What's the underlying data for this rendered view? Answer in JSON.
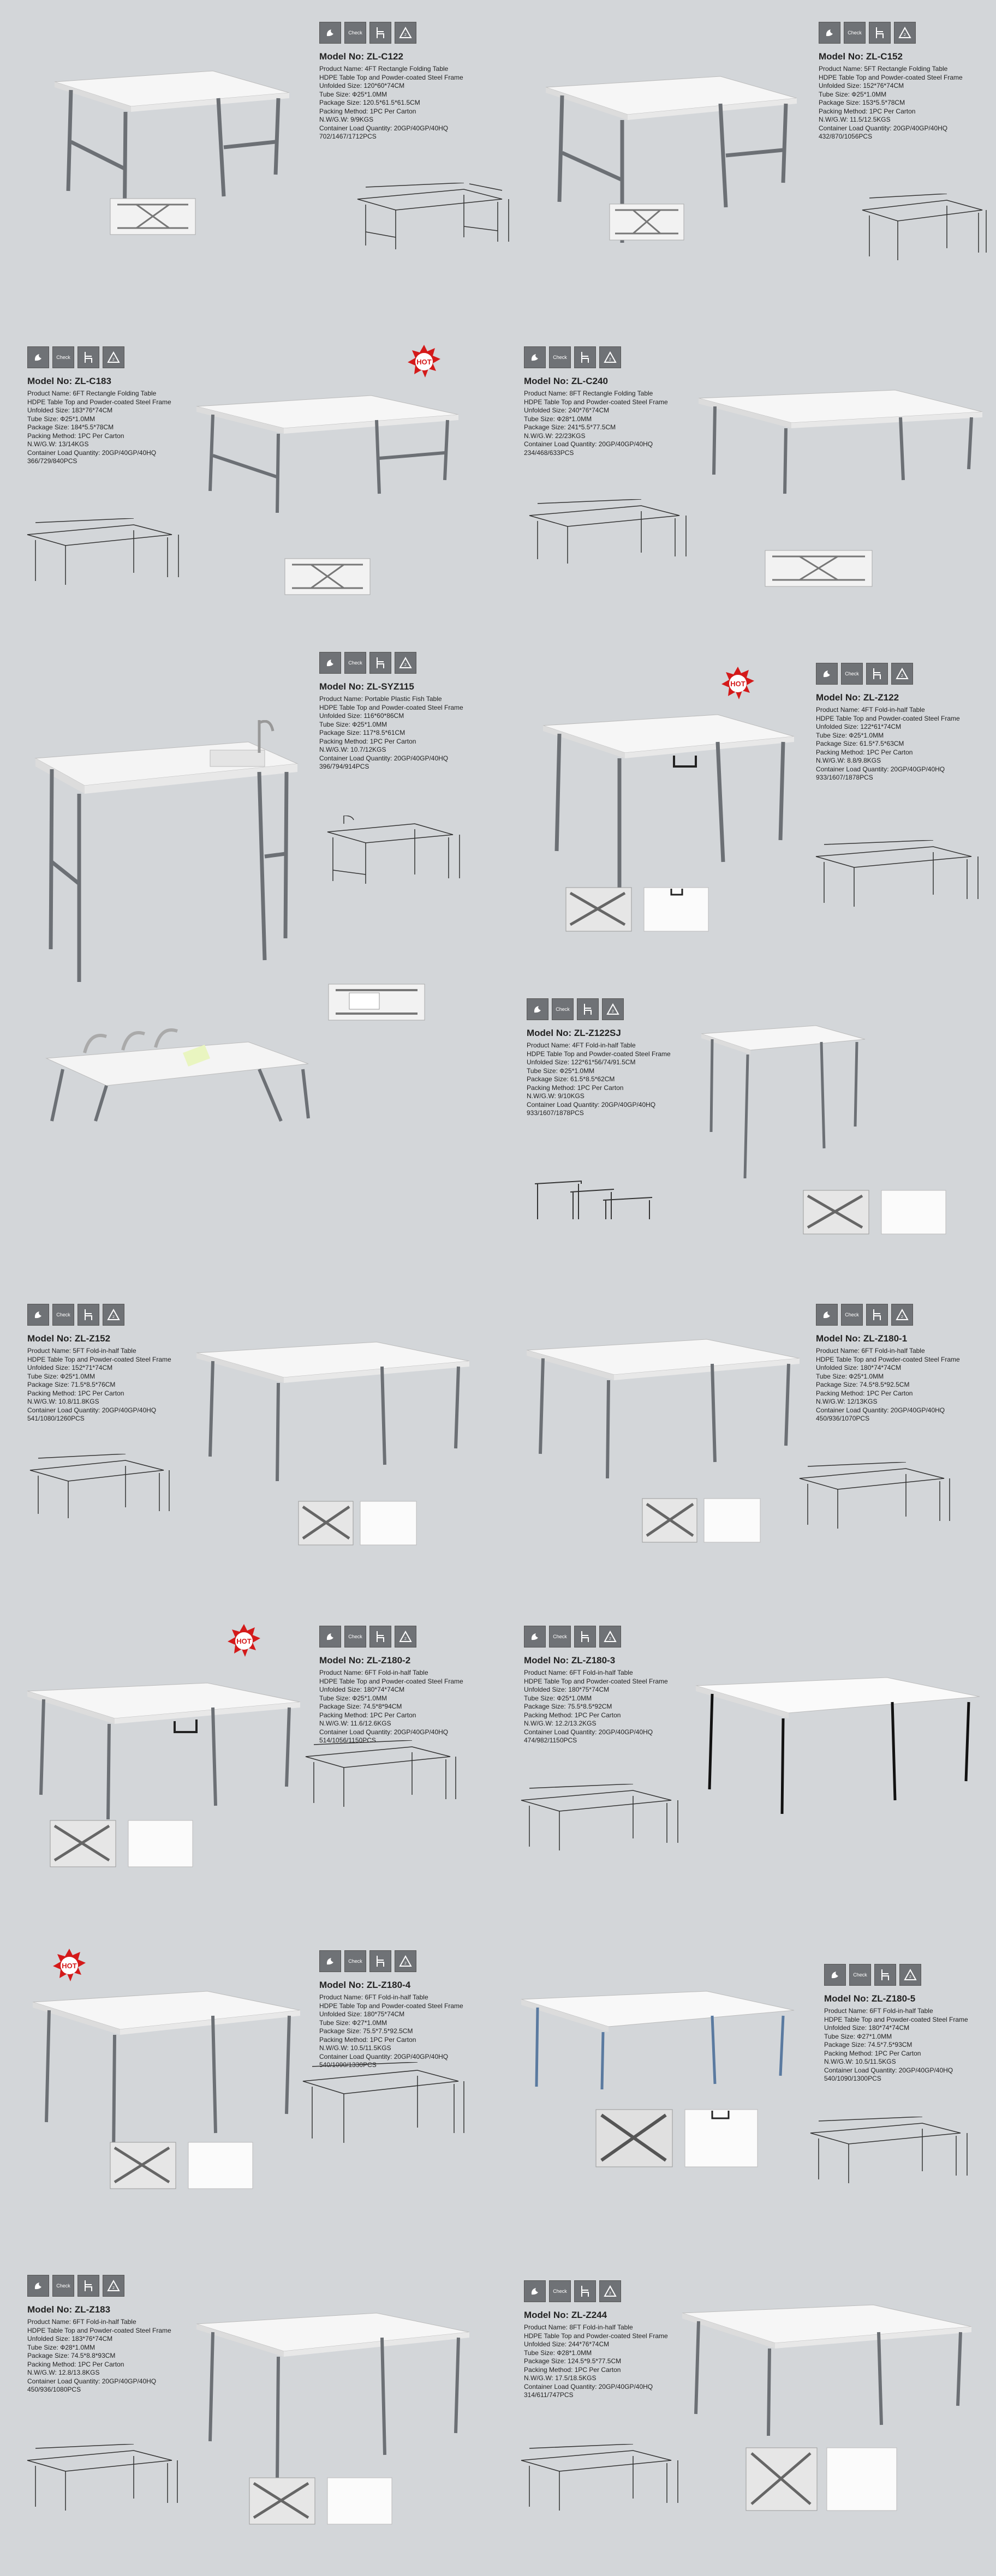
{
  "badges": {
    "check": "Check"
  },
  "hot": "HOT",
  "products": [
    {
      "model": "Model No: ZL-C122",
      "lines": [
        "Product Name: 4FT Rectangle Folding Table",
        "HDPE Table Top and Powder-coated Steel Frame",
        "Unfolded Size: 120*60*74CM",
        "Tube Size: Ф25*1.0MM",
        "Package Size: 120.5*61.5*61.5CM",
        "Packing Method: 1PC Per Carton",
        "N.W/G.W: 9/9KGS",
        "Container Load Quantity: 20GP/40GP/40HQ",
        "702/1467/1712PCS"
      ]
    },
    {
      "model": "Model No: ZL-C152",
      "lines": [
        "Product Name: 5FT Rectangle Folding Table",
        "HDPE Table Top and Powder-coated Steel Frame",
        "Unfolded Size: 152*76*74CM",
        "Tube Size: Ф25*1.0MM",
        "Package Size: 153*5.5*78CM",
        "Packing Method: 1PC Per Carton",
        "N.W/G.W: 11.5/12.5KGS",
        "Container Load Quantity: 20GP/40GP/40HQ",
        "432/870/1056PCS"
      ]
    },
    {
      "model": "Model No: ZL-C183",
      "lines": [
        "Product Name: 6FT Rectangle Folding Table",
        "HDPE Table Top and Powder-coated Steel Frame",
        "Unfolded Size: 183*76*74CM",
        "Tube Size: Ф25*1.0MM",
        "Package Size: 184*5.5*78CM",
        "Packing Method: 1PC Per Carton",
        "N.W/G.W: 13/14KGS",
        "Container Load Quantity: 20GP/40GP/40HQ",
        "366/729/840PCS"
      ]
    },
    {
      "model": "Model No: ZL-C240",
      "lines": [
        "Product Name: 8FT Rectangle Folding Table",
        "HDPE Table Top and Powder-coated Steel Frame",
        "Unfolded Size: 240*76*74CM",
        "Tube Size: Ф28*1.0MM",
        "Package Size: 241*5.5*77.5CM",
        "N.W/G.W: 22/23KGS",
        "Container Load Quantity: 20GP/40GP/40HQ",
        "234/468/633PCS"
      ]
    },
    {
      "model": "Model No: ZL-SYZ115",
      "lines": [
        "Product Name: Portable Plastic Fish Table",
        "HDPE Table Top and Powder-coated Steel Frame",
        "Unfolded Size: 116*60*86CM",
        "Tube Size: Ф25*1.0MM",
        "Package Size: 117*8.5*61CM",
        "Packing Method: 1PC Per Carton",
        "N.W/G.W: 10.7/12KGS",
        "Container Load Quantity: 20GP/40GP/40HQ",
        "396/794/914PCS"
      ]
    },
    {
      "model": "Model No: ZL-Z122",
      "lines": [
        "Product Name: 4FT Fold-in-half Table",
        "HDPE Table Top and Powder-coated Steel Frame",
        "Unfolded Size: 122*61*74CM",
        "Tube Size: Ф25*1.0MM",
        "Package Size: 61.5*7.5*63CM",
        "Packing Method: 1PC Per Carton",
        "N.W/G.W: 8.8/9.8KGS",
        "Container Load Quantity: 20GP/40GP/40HQ",
        "933/1607/1878PCS"
      ]
    },
    {
      "model": "Model No: ZL-Z122SJ",
      "lines": [
        "Product Name: 4FT Fold-in-half Table",
        "HDPE Table Top and Powder-coated Steel Frame",
        "Unfolded Size: 122*61*56/74/91.5CM",
        "Tube Size: Ф25*1.0MM",
        "Package Size: 61.5*8.5*62CM",
        "Packing Method: 1PC Per Carton",
        "N.W/G.W: 9/10KGS",
        "Container Load Quantity: 20GP/40GP/40HQ",
        "933/1607/1878PCS"
      ]
    },
    {
      "model": "Model No: ZL-Z152",
      "lines": [
        "Product Name: 5FT Fold-in-half Table",
        "HDPE Table Top and Powder-coated Steel Frame",
        "Unfolded Size: 152*71*74CM",
        "Tube Size: Ф25*1.0MM",
        "Package Size: 71.5*8.5*76CM",
        "Packing Method: 1PC Per Carton",
        "N.W/G.W: 10.8/11.8KGS",
        "Container Load Quantity: 20GP/40GP/40HQ",
        "541/1080/1260PCS"
      ]
    },
    {
      "model": "Model No: ZL-Z180-1",
      "lines": [
        "Product Name: 6FT Fold-in-half Table",
        "HDPE Table Top and Powder-coated Steel Frame",
        "Unfolded Size: 180*74*74CM",
        "Tube Size: Ф25*1.0MM",
        "Package Size: 74.5*8.5*92.5CM",
        "Packing Method: 1PC Per Carton",
        "N.W/G.W: 12/13KGS",
        "Container Load Quantity: 20GP/40GP/40HQ",
        "450/936/1070PCS"
      ]
    },
    {
      "model": "Model No: ZL-Z180-2",
      "lines": [
        "Product Name: 6FT Fold-in-half Table",
        "HDPE Table Top and Powder-coated Steel Frame",
        "Unfolded Size: 180*74*74CM",
        "Tube Size: Ф25*1.0MM",
        "Package Size: 74.5*8*94CM",
        "Packing Method: 1PC Per Carton",
        "N.W/G.W: 11.6/12.6KGS",
        "Container Load Quantity: 20GP/40GP/40HQ",
        "514/1056/1150PCS"
      ]
    },
    {
      "model": "Model No: ZL-Z180-3",
      "lines": [
        "Product Name: 6FT Fold-in-half Table",
        "HDPE Table Top and Powder-coated Steel Frame",
        "Unfolded Size: 180*75*74CM",
        "Tube Size: Ф25*1.0MM",
        "Package Size: 75.5*8.5*92CM",
        "Packing Method: 1PC Per Carton",
        "N.W/G.W: 12.2/13.2KGS",
        "Container Load Quantity: 20GP/40GP/40HQ",
        "474/982/1150PCS"
      ]
    },
    {
      "model": "Model No: ZL-Z180-4",
      "lines": [
        "Product Name: 6FT Fold-in-half Table",
        "HDPE Table Top and Powder-coated Steel Frame",
        "Unfolded Size: 180*75*74CM",
        "Tube Size: Ф27*1.0MM",
        "Package Size: 75.5*7.5*92.5CM",
        "Packing Method: 1PC Per Carton",
        "N.W/G.W: 10.5/11.5KGS",
        "Container Load Quantity: 20GP/40GP/40HQ",
        "540/1090/1330PCS"
      ]
    },
    {
      "model": "Model No: ZL-Z180-5",
      "lines": [
        "Product Name: 6FT Fold-in-half Table",
        "HDPE Table Top and Powder-coated Steel Frame",
        "Unfolded Size: 180*74*74CM",
        "Tube Size: Ф27*1.0MM",
        "Package Size: 74.5*7.5*93CM",
        "Packing Method: 1PC Per Carton",
        "N.W/G.W: 10.5/11.5KGS",
        "Container Load Quantity: 20GP/40GP/40HQ",
        "540/1090/1300PCS"
      ]
    },
    {
      "model": "Model No: ZL-Z183",
      "lines": [
        "Product Name: 6FT Fold-in-half Table",
        "HDPE Table Top and Powder-coated Steel Frame",
        "Unfolded Size: 183*76*74CM",
        "Tube Size: Ф28*1.0MM",
        "Package Size: 74.5*8.8*93CM",
        "Packing Method: 1PC Per Carton",
        "N.W/G.W: 12.8/13.8KGS",
        "Container Load Quantity: 20GP/40GP/40HQ",
        "450/936/1080PCS"
      ]
    },
    {
      "model": "Model No: ZL-Z244",
      "lines": [
        "Product Name: 8FT Fold-in-half Table",
        "HDPE Table Top and Powder-coated Steel Frame",
        "Unfolded Size: 244*76*74CM",
        "Tube Size: Ф28*1.0MM",
        "Package Size: 124.5*9.5*77.5CM",
        "Packing Method: 1PC Per Carton",
        "N.W/G.W: 17.5/18.5KGS",
        "Container Load Quantity: 20GP/40GP/40HQ",
        "314/611/747PCS"
      ]
    }
  ]
}
